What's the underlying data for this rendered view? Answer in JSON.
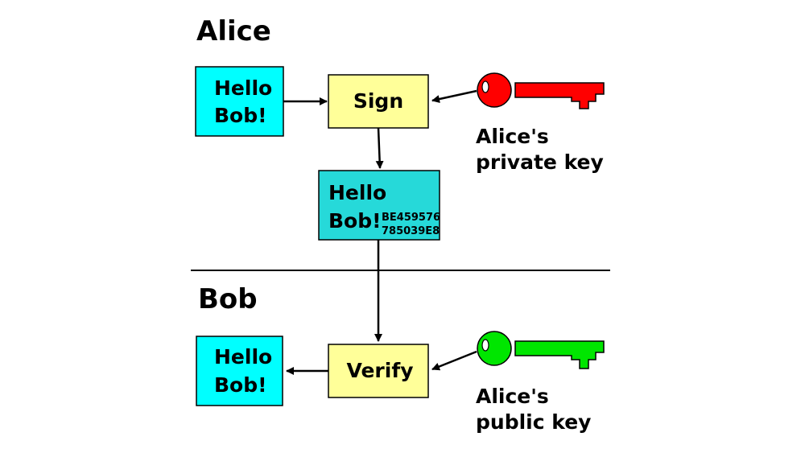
{
  "alice": {
    "heading": "Alice",
    "message": {
      "line1": "Hello",
      "line2": "Bob!"
    },
    "sign_label": "Sign",
    "signed_message": {
      "line1": "Hello",
      "line2": "Bob!",
      "hash1": "BE459576",
      "hash2": "785039E8"
    },
    "private_key": {
      "icon": "red-key-icon",
      "color": "#ff0000",
      "line1": "Alice's",
      "line2": "private key"
    }
  },
  "bob": {
    "heading": "Bob",
    "verify_label": "Verify",
    "message": {
      "line1": "Hello",
      "line2": "Bob!"
    },
    "public_key": {
      "icon": "green-key-icon",
      "color": "#00e600",
      "line1": "Alice's",
      "line2": "public key"
    }
  },
  "colors": {
    "message_box": "#00ffff",
    "signed_box": "#26d9d9",
    "process_box": "#ffff99"
  }
}
